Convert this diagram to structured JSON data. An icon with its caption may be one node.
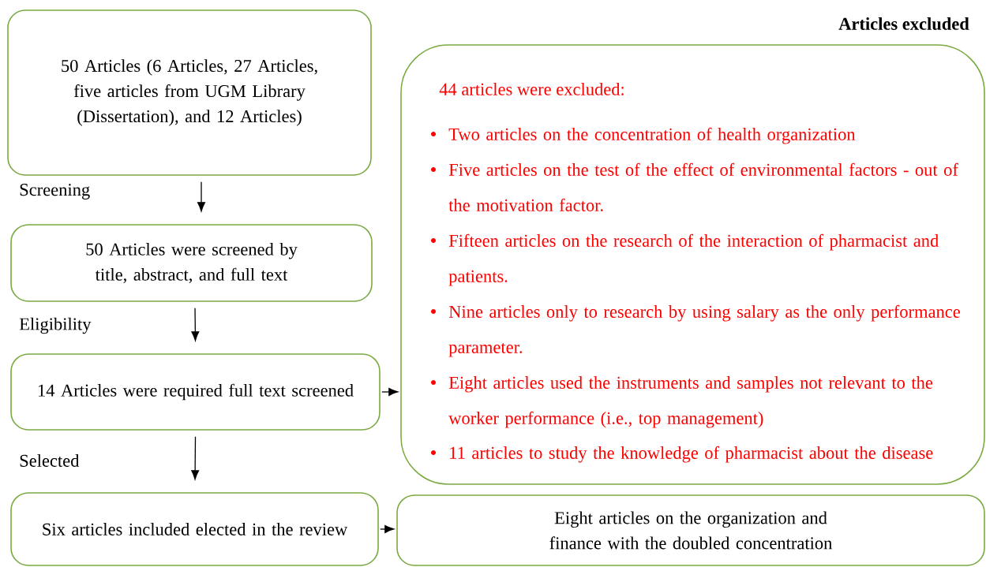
{
  "diagram": {
    "nodes": [
      {
        "text": [
          "50 Articles (6 Articles, 27 Articles, five articles from UGM Library (Dissertation), and 12 Articles)"
        ]
      },
      {
        "text": [
          "50 Articles were screened by title, abstract, and full text"
        ]
      },
      {
        "text": [
          "14 Articles were required full text screened"
        ]
      },
      {
        "text": [
          "Six articles included elected in the review"
        ]
      },
      {
        "text": [
          "Articles excluded",
          "44 articles were excluded:",
          "Two articles on the concentration of health organization",
          "Five articles on the test of the effect of environmental factors - out of the motivation factor.",
          "Fifteen articles on the research of the interaction of pharmacist and patients.",
          "Nine articles only to research by using salary as the only performance parameter.",
          "Eight articles used the instruments and samples not relevant to the worker performance (i.e., top management)",
          "11 articles to study the knowledge of pharmacist about the disease"
        ]
      },
      {
        "text": [
          "Eight articles on the organization and finance with the doubled concentration"
        ]
      }
    ],
    "edges": [
      {
        "from": 0,
        "to": 1,
        "arrow": "to"
      },
      {
        "from": 1,
        "to": 2,
        "arrow": "to"
      },
      {
        "from": 2,
        "to": 4,
        "arrow": "to"
      },
      {
        "from": 2,
        "to": 3,
        "arrow": "to"
      },
      {
        "from": 3,
        "to": 5,
        "arrow": "to"
      }
    ],
    "labels": [
      "Screening",
      "Eligibility",
      "Selected"
    ]
  }
}
